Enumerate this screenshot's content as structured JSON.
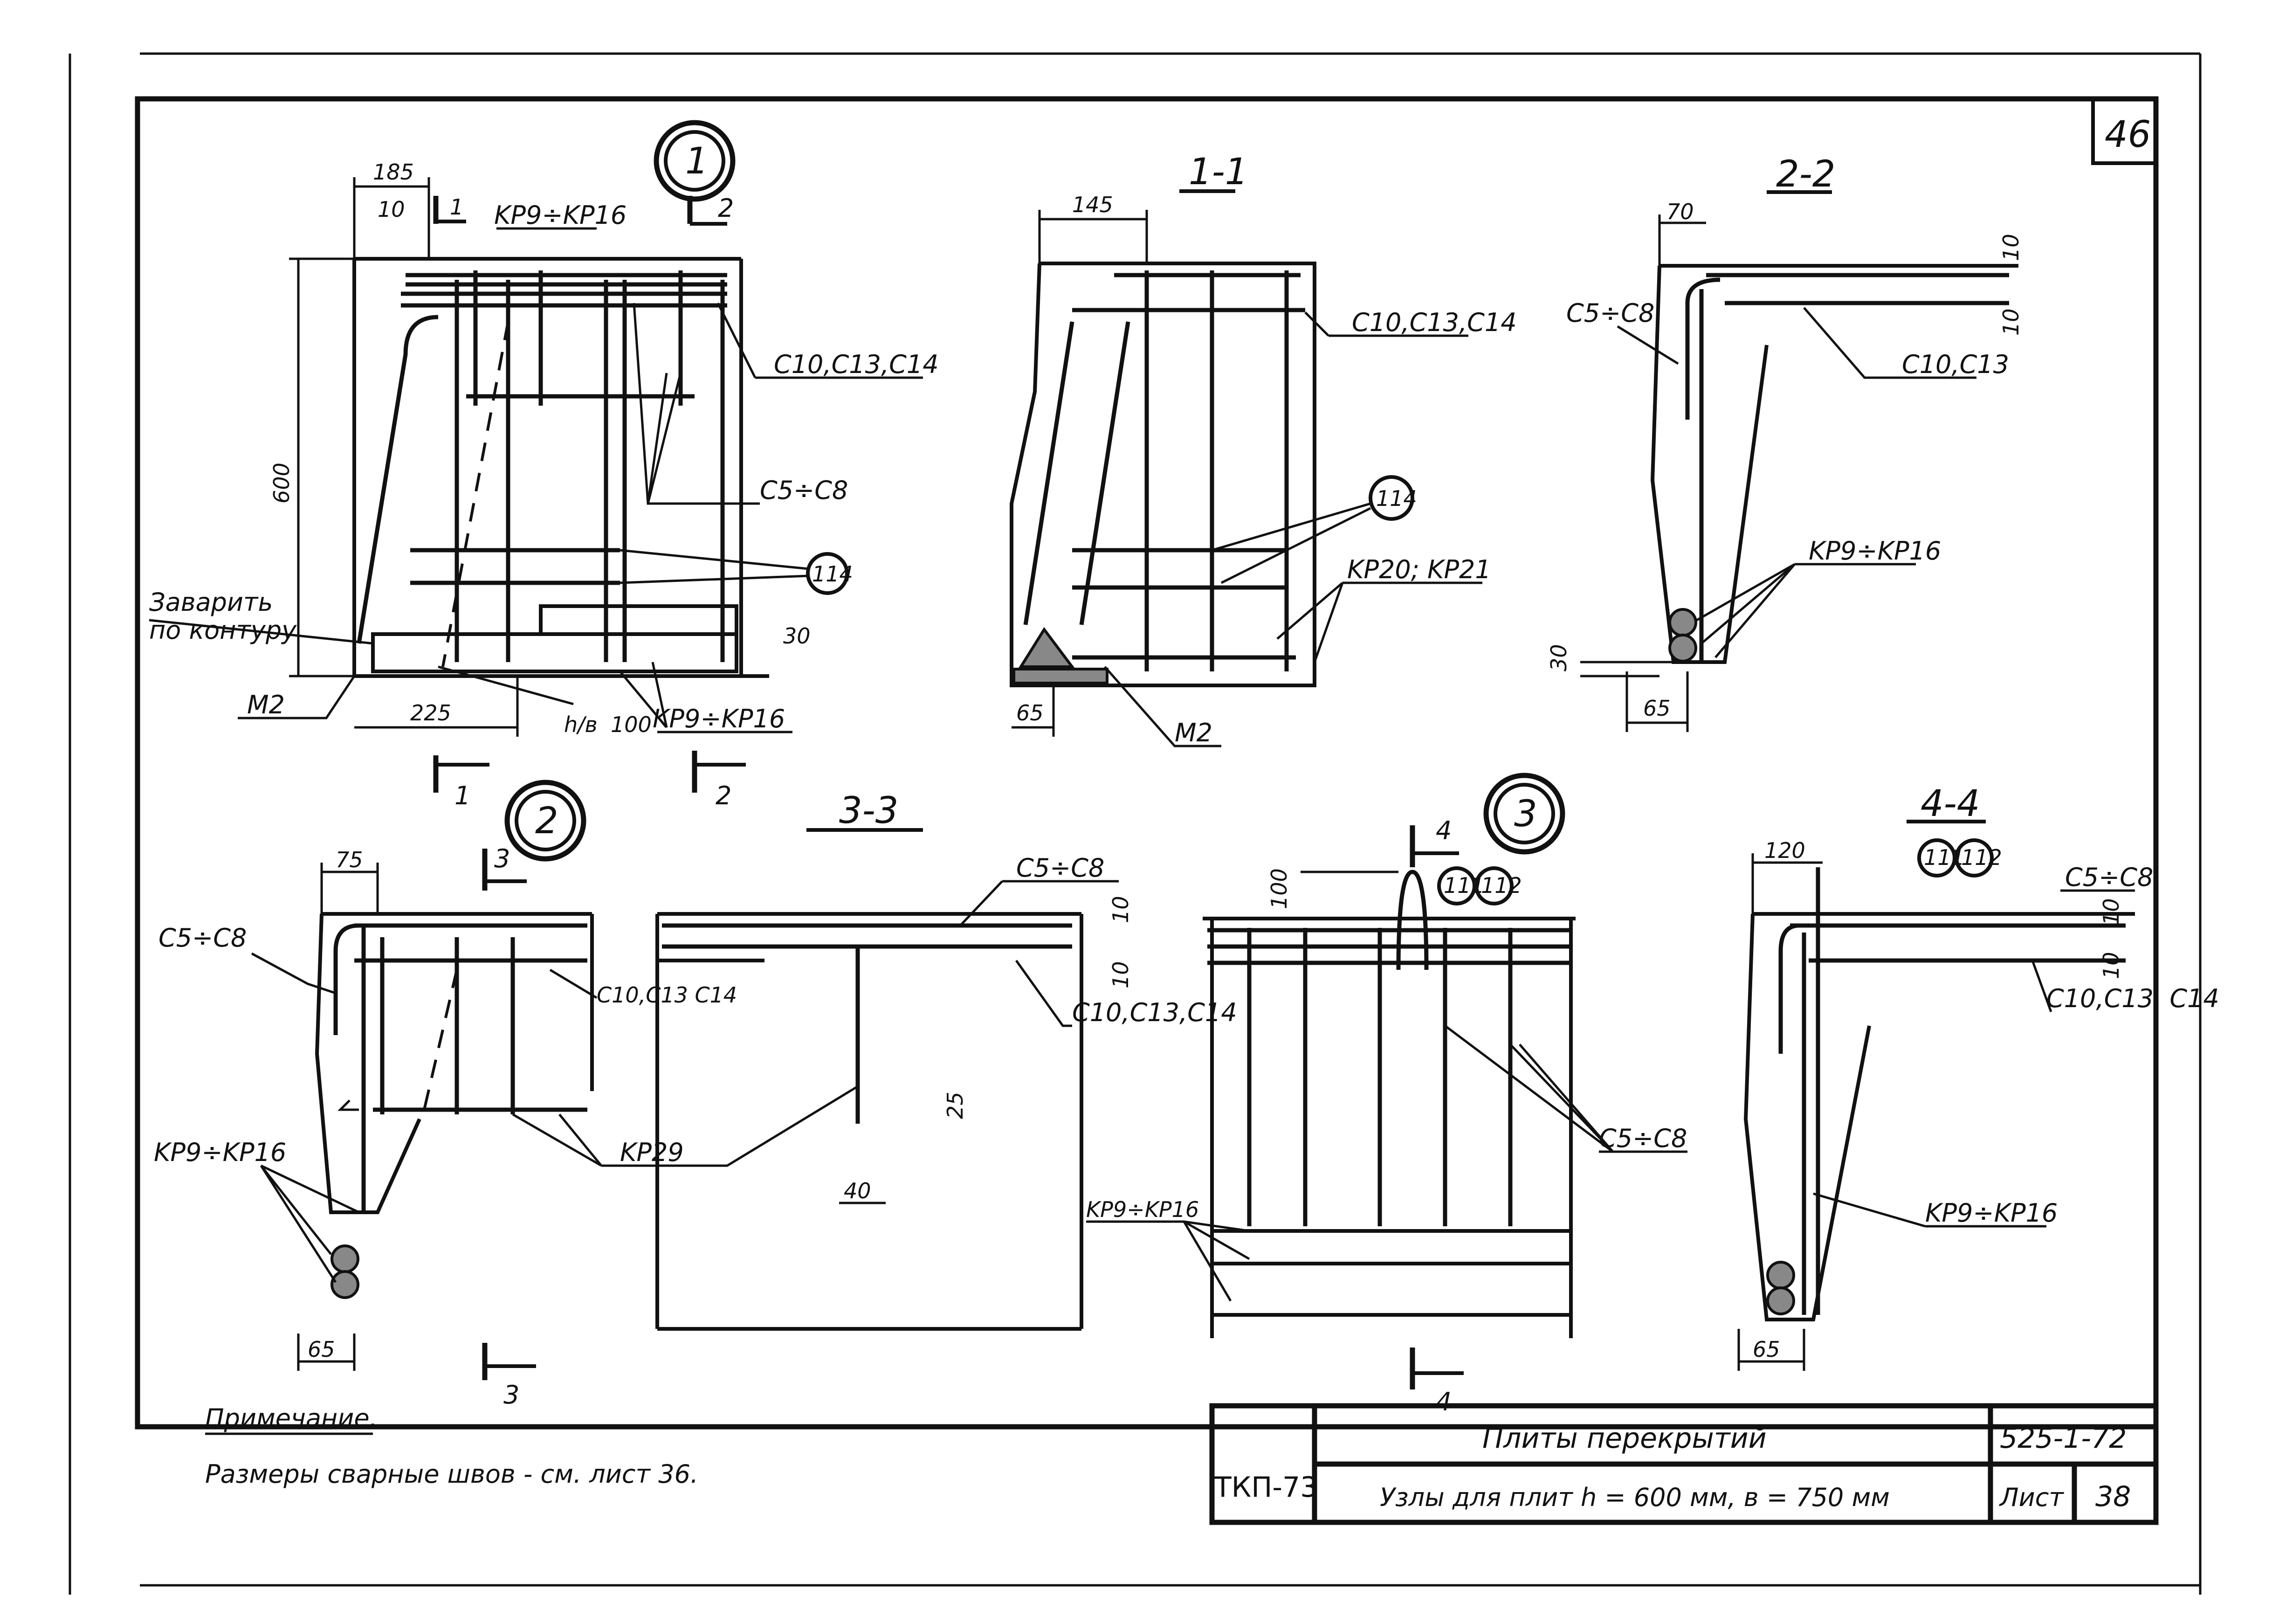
{
  "sheet_no_top": "46",
  "nodes": {
    "node1": "1",
    "node2": "2",
    "node3": "3"
  },
  "sections": {
    "s1": "1-1",
    "s2": "2-2",
    "s3": "3-3",
    "s4": "4-4"
  },
  "section_marks": {
    "m1": "1",
    "m2": "2",
    "m3": "3",
    "m4": "4"
  },
  "labels": {
    "kp9_kp16": "KP9÷KP16",
    "kp9_kp16_b": "KP9÷KP16",
    "c10_c13_c14": "C10,C13,C14",
    "c5_c8": "C5÷C8",
    "n114": "114",
    "zavarit": "Заварить",
    "po_konturu": "по контуру",
    "m2": "M2",
    "h_over_b": "h/в",
    "c10_c13_c14_b": "C10,C13,C14",
    "kp20_kp21": "KP20; KP21",
    "m2_b": "M2",
    "c5_c8_b": "C5÷C8",
    "c10_c13": "C10,C13",
    "c5_c8_c": "C5÷C8",
    "c10c13c14_small": "C10,C13 C14",
    "kp29": "KP29",
    "c5_c8_d": "C5÷C8",
    "c10_c13_c14_c": "C10,C13,C14",
    "n111": "111",
    "n112": "112",
    "c5_c8_e": "C5÷C8",
    "kp9_kp16_c": "KP9÷KP16",
    "c5_c8_f": "C5÷C8",
    "c10_c13_c14_d": "C10,C13, C14",
    "kp9_kp16_d": "KP9÷KP16",
    "kp9_kp16_e": "KP9÷KP16"
  },
  "dims": {
    "d185": "185",
    "d10": "10",
    "d600": "600",
    "d225": "225",
    "d100": "100",
    "d30": "30",
    "d145": "145",
    "d65": "65",
    "d70": "70",
    "d10b": "10",
    "d10c": "10",
    "d30b": "30",
    "d65b": "65",
    "d75": "75",
    "d65c": "65",
    "d10d": "10",
    "d10e": "10",
    "d25": "25",
    "d40": "40",
    "d100b": "100",
    "d120": "120",
    "d10f": "10",
    "d10g": "10",
    "d65d": "65"
  },
  "note": {
    "title": "Примечание.",
    "text": "Размеры сварные швов - см. лист 36."
  },
  "title_block": {
    "org": "ТКП-73",
    "title": "Плиты перекрытий",
    "subtitle": "Узлы для плит h = 600 мм, в = 750 мм",
    "series": "525-1-72",
    "sheet_label": "Лист",
    "sheet_no": "38"
  }
}
